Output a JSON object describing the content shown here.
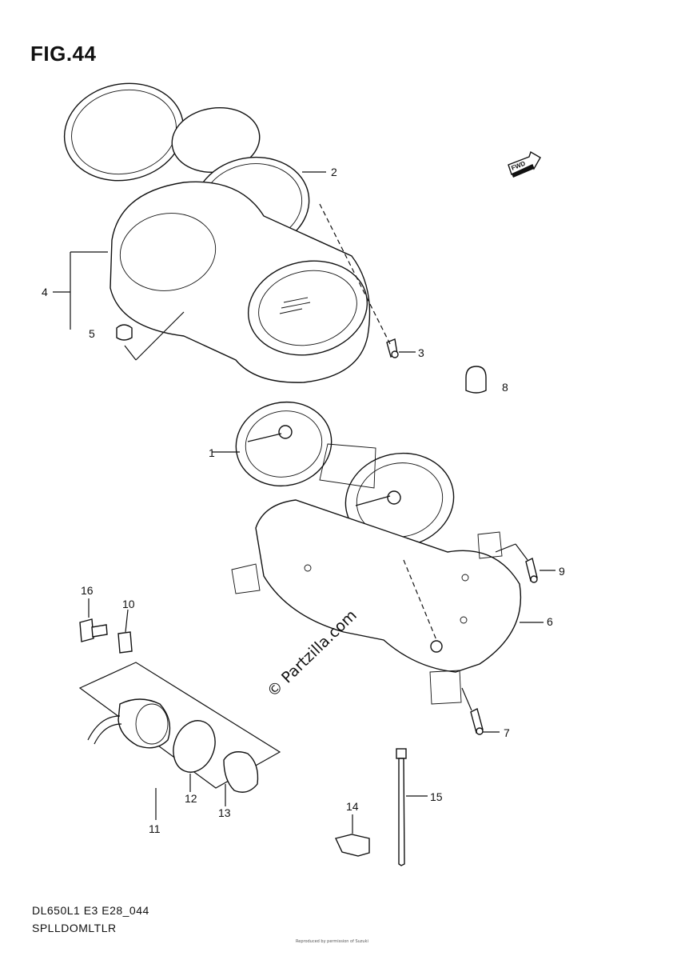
{
  "figure": {
    "title": "FIG.44",
    "code": "DL650L1 E3 E28_044",
    "name": "SPLLDOMLTLR",
    "watermark": "© Partzilla.com",
    "fine_print": "Reproduced by permission of Suzuki"
  },
  "fwd_badge": "FWD",
  "callouts": [
    {
      "id": "c1",
      "label": "1"
    },
    {
      "id": "c2",
      "label": "2"
    },
    {
      "id": "c3",
      "label": "3"
    },
    {
      "id": "c4",
      "label": "4"
    },
    {
      "id": "c5",
      "label": "5"
    },
    {
      "id": "c6",
      "label": "6"
    },
    {
      "id": "c7",
      "label": "7"
    },
    {
      "id": "c8",
      "label": "8"
    },
    {
      "id": "c9",
      "label": "9"
    },
    {
      "id": "c10",
      "label": "10"
    },
    {
      "id": "c11",
      "label": "11"
    },
    {
      "id": "c12",
      "label": "12"
    },
    {
      "id": "c13",
      "label": "13"
    },
    {
      "id": "c14",
      "label": "14"
    },
    {
      "id": "c15",
      "label": "15"
    },
    {
      "id": "c16",
      "label": "16"
    }
  ]
}
